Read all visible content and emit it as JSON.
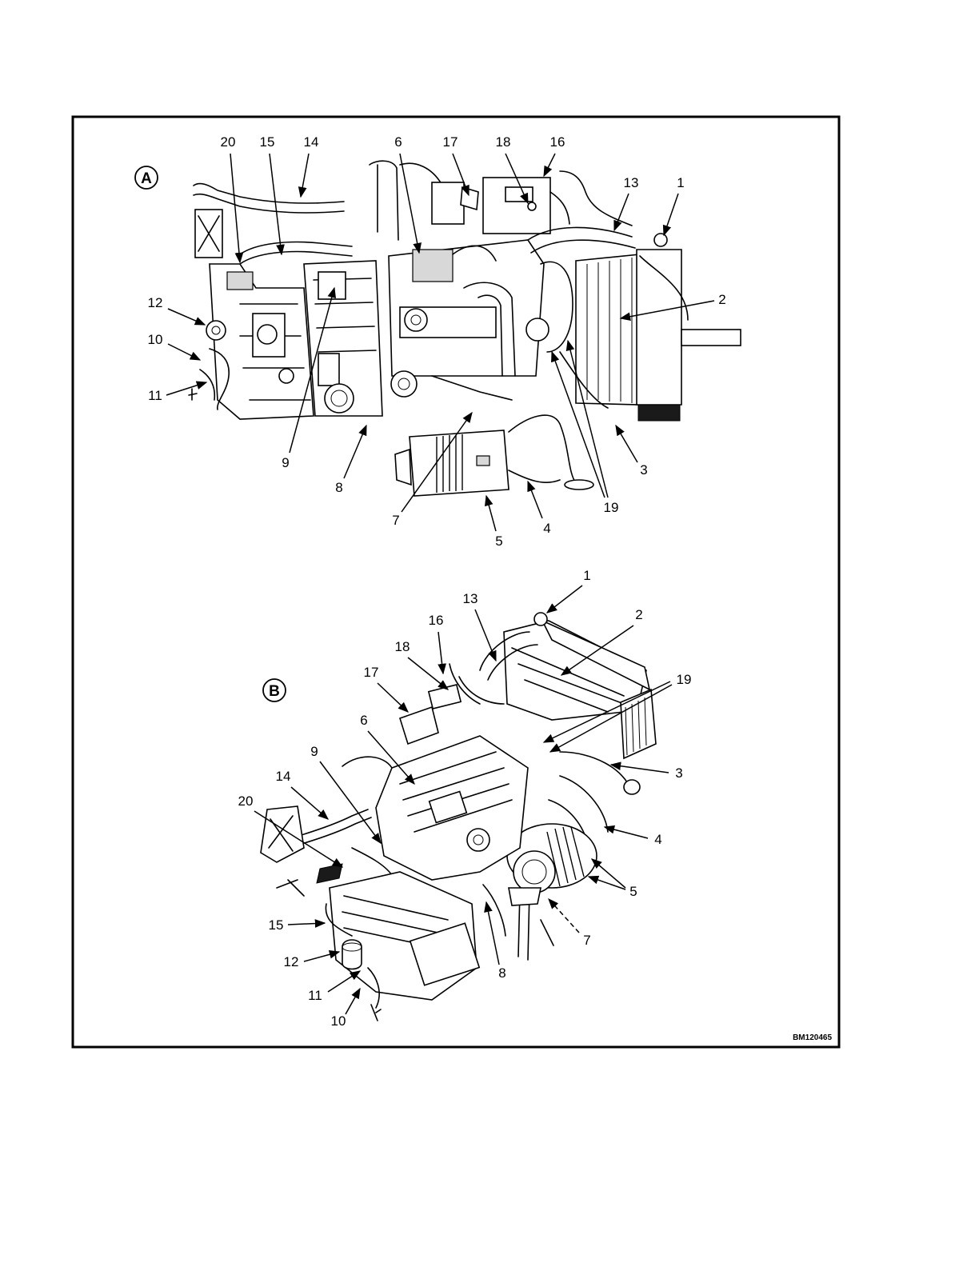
{
  "views": [
    {
      "id": "A",
      "label": "A"
    },
    {
      "id": "B",
      "label": "B"
    }
  ],
  "callouts_a": [
    "1",
    "2",
    "3",
    "4",
    "5",
    "6",
    "7",
    "8",
    "9",
    "10",
    "11",
    "12",
    "13",
    "14",
    "15",
    "16",
    "17",
    "18",
    "19",
    "20"
  ],
  "callouts_b": [
    "1",
    "2",
    "3",
    "4",
    "5",
    "6",
    "7",
    "8",
    "9",
    "10",
    "11",
    "12",
    "13",
    "14",
    "15",
    "16",
    "17",
    "18",
    "19",
    "20"
  ],
  "figure_ref": "BM120465"
}
